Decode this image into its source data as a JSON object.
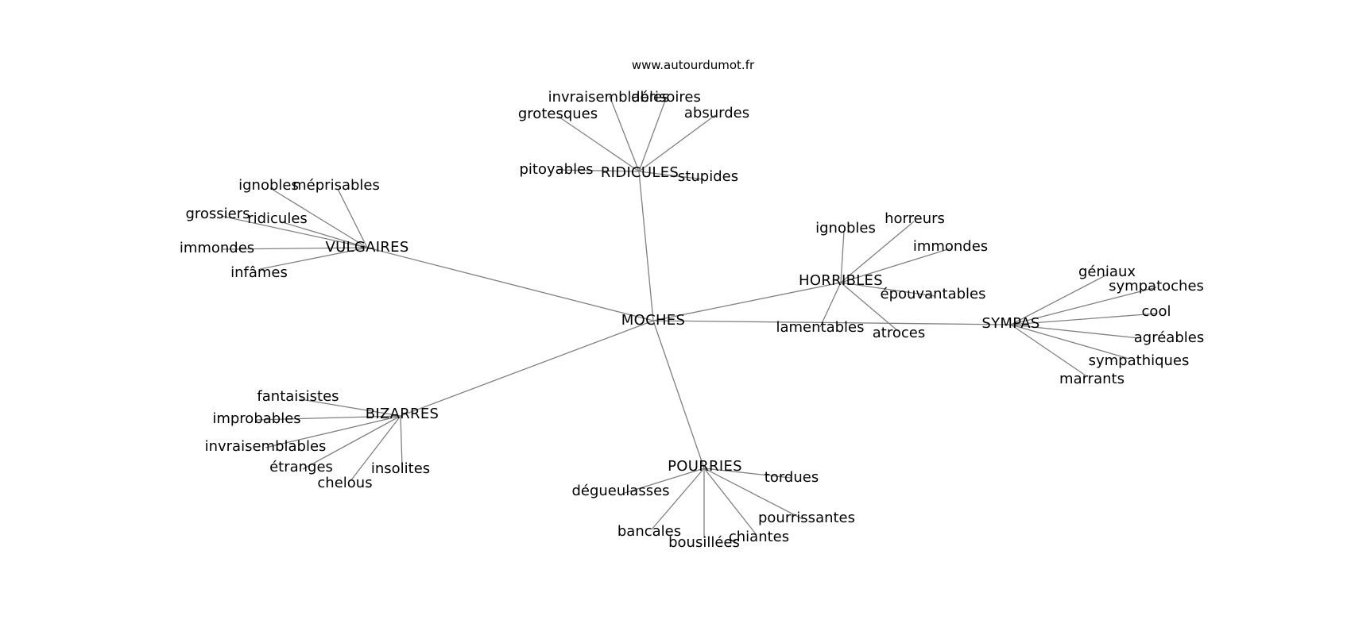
{
  "credit": "www.autourdumot.fr",
  "center": "MOCHES",
  "clusters": [
    {
      "id": "ridicules",
      "label": "RIDICULES",
      "leaves": [
        "invraisemblables",
        "dérisoires",
        "grotesques",
        "absurdes",
        "pitoyables",
        "stupides"
      ]
    },
    {
      "id": "vulgaires",
      "label": "VULGAIRES",
      "leaves": [
        "ignobles",
        "méprisables",
        "grossiers",
        "ridicules",
        "immondes",
        "infâmes"
      ]
    },
    {
      "id": "horribles",
      "label": "HORRIBLES",
      "leaves": [
        "horreurs",
        "ignobles",
        "immondes",
        "épouvantables",
        "lamentables",
        "atroces"
      ]
    },
    {
      "id": "sympas",
      "label": "SYMPAS",
      "leaves": [
        "géniaux",
        "sympatoches",
        "cool",
        "agréables",
        "sympathiques",
        "marrants"
      ]
    },
    {
      "id": "bizarres",
      "label": "BIZARRES",
      "leaves": [
        "fantaisistes",
        "improbables",
        "invraisemblables",
        "étranges",
        "chelous",
        "insolites"
      ]
    },
    {
      "id": "pourries",
      "label": "POURRIES",
      "leaves": [
        "tordues",
        "dégueulasses",
        "pourrissantes",
        "bancales",
        "bousillées",
        "chiantes"
      ]
    }
  ]
}
